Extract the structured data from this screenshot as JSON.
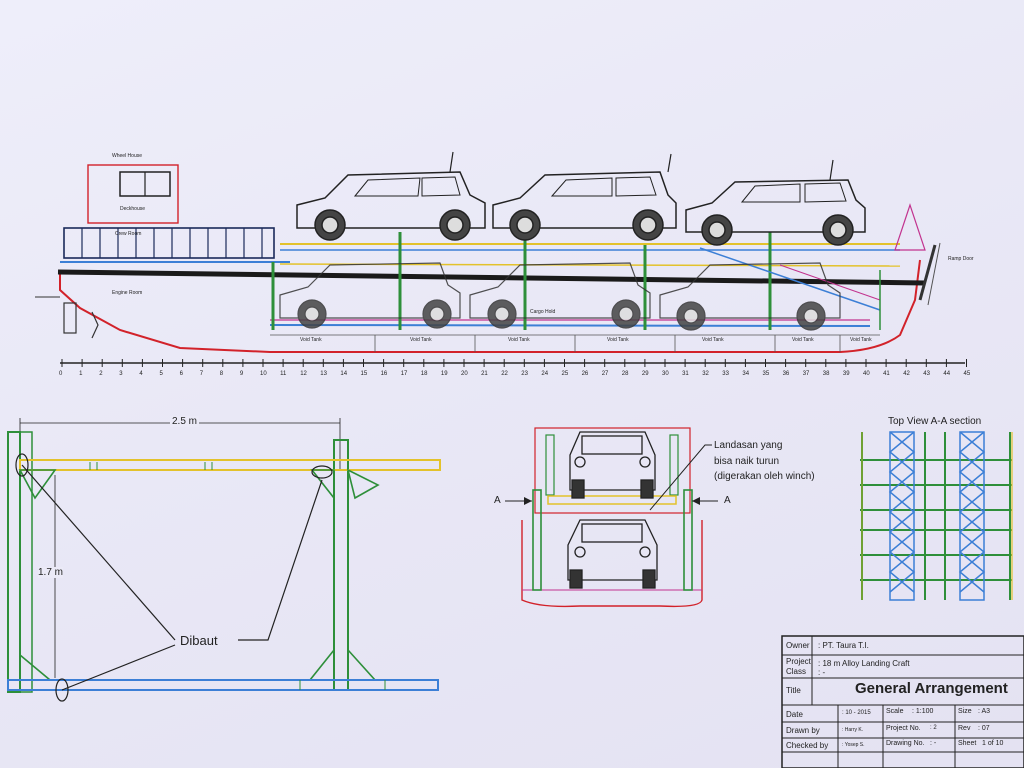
{
  "side_view": {
    "labels": {
      "wheel_house": "Wheel House",
      "deck": "Deckhouse",
      "crew": "Crew Room",
      "engine_room": "Engine Room",
      "cargo_hold": "Cargo Hold",
      "ramp_door": "Ramp Door",
      "void_tank": "Void Tank"
    },
    "frame_numbers": [
      "0",
      "1",
      "2",
      "3",
      "4",
      "5",
      "6",
      "7",
      "8",
      "9",
      "10",
      "11",
      "12",
      "13",
      "14",
      "15",
      "16",
      "17",
      "18",
      "19",
      "20",
      "21",
      "22",
      "23",
      "24",
      "25",
      "26",
      "27",
      "28",
      "29",
      "30",
      "31",
      "32",
      "33",
      "34",
      "35",
      "36",
      "37",
      "38",
      "39",
      "40",
      "41",
      "42",
      "43",
      "44",
      "45"
    ]
  },
  "section_view": {
    "width_dim": "2.5 m",
    "height_dim": "1.7 m",
    "callout": "Dibaut"
  },
  "front_view": {
    "callout_line1": "Landasan yang",
    "callout_line2": "bisa naik turun",
    "callout_line3": "(digerakan oleh winch)",
    "section_mark": "A"
  },
  "top_view": {
    "title": "Top View  A-A section"
  },
  "title_block": {
    "owner_label": "Owner",
    "owner_value": ": PT. Taura T.I.",
    "project_label": "Project",
    "project_value": ": 18 m Alloy Landing Craft",
    "class_label": "Class",
    "class_value": ": -",
    "title_label": "Title",
    "title_value": "General Arrangement",
    "date_label": "Date",
    "date_value": ": 10 - 2015",
    "scale_label": "Scale",
    "scale_value": ": 1:100",
    "size_label": "Size",
    "size_value": ": A3",
    "drawn_label": "Drawn by",
    "drawn_value": ": Harry K.",
    "project_no_label": "Project No.",
    "project_no_value": ": 2",
    "rev_label": "Rev",
    "rev_value": ": 07",
    "checked_label": "Checked by",
    "checked_value": ": Yosep S.",
    "drawing_no_label": "Drawing No.",
    "drawing_no_value": ": -",
    "sheet_label": "Sheet",
    "sheet_value": "1 of 10"
  },
  "colors": {
    "hull": "#d2222a",
    "deck_green": "#2e8f3a",
    "yellow_rail": "#e3c22b",
    "blue_deck": "#3c7fd6",
    "black_line": "#1a1a1a",
    "magenta": "#c2338f"
  }
}
